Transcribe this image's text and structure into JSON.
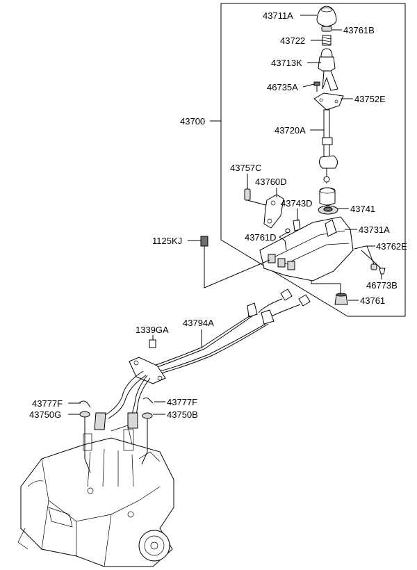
{
  "labels": {
    "p43711A": "43711A",
    "p43761B": "43761B",
    "p43722": "43722",
    "p43713K": "43713K",
    "p46735A": "46735A",
    "p43752E": "43752E",
    "p43700": "43700",
    "p43720A": "43720A",
    "p43757C": "43757C",
    "p43760D": "43760D",
    "p43743D": "43743D",
    "p43741": "43741",
    "p43731A": "43731A",
    "p43761D": "43761D",
    "p1125KJ": "1125KJ",
    "p43762E": "43762E",
    "p46773B": "46773B",
    "p43761": "43761",
    "p1339GA": "1339GA",
    "p43794A": "43794A",
    "p43777F_left": "43777F",
    "p43750G": "43750G",
    "p43777F_right": "43777F",
    "p43750B": "43750B"
  }
}
